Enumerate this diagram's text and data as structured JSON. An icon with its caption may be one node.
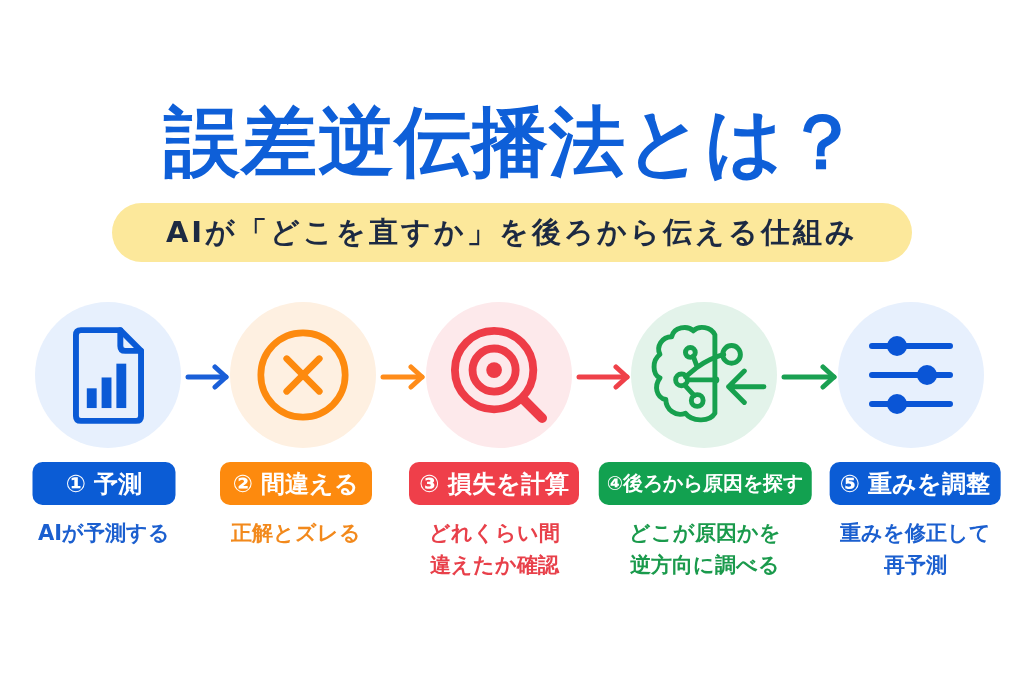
{
  "diagram": {
    "title": "誤差逆伝播法とは？",
    "nodes": [
      {
        "text": [
          "AIが「どこを直すか」を後ろから伝える仕組み"
        ]
      },
      {
        "text": [],
        "shape": "circle"
      },
      {
        "text": [],
        "shape": "circle"
      },
      {
        "text": [],
        "shape": "circle"
      },
      {
        "text": [],
        "shape": "circle"
      },
      {
        "text": [],
        "shape": "circle"
      },
      {
        "text": [
          "① 予測"
        ],
        "beside": [
          "AIが予測する"
        ]
      },
      {
        "text": [
          "② 間違える"
        ],
        "beside": [
          "正解とズレる"
        ]
      },
      {
        "text": [
          "③ 損失を計算"
        ],
        "beside": [
          "どれくらい間違えたか確認"
        ]
      },
      {
        "text": [
          "④後ろから原因を探す"
        ],
        "beside": [
          "どこが原因かを逆方向に調べる"
        ]
      },
      {
        "text": [
          "⑤ 重みを調整"
        ],
        "beside": [
          "重みを修正して再予測"
        ]
      }
    ],
    "edges": [
      {
        "from": 1,
        "to": 2,
        "arrow": "to",
        "color": "#1a5fd8"
      },
      {
        "from": 2,
        "to": 3,
        "arrow": "to",
        "color": "#ff8c1a"
      },
      {
        "from": 3,
        "to": 4,
        "arrow": "to",
        "color": "#ef4149"
      },
      {
        "from": 4,
        "to": 5,
        "arrow": "to",
        "color": "#1aa052"
      }
    ]
  }
}
